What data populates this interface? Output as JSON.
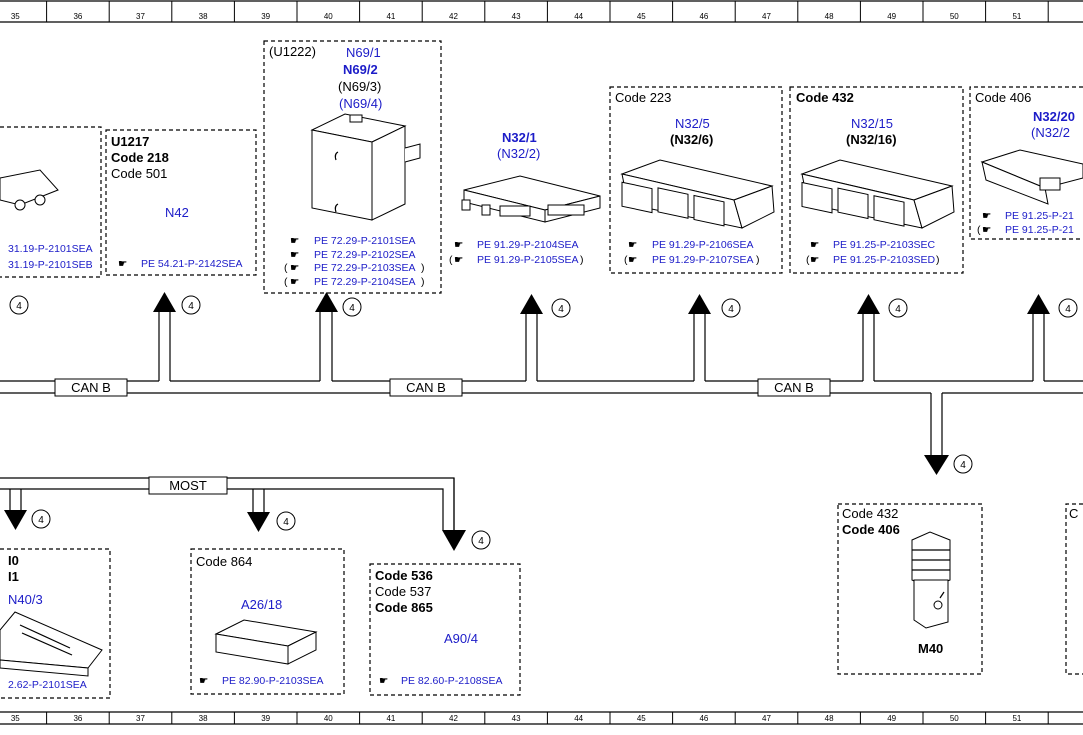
{
  "ruler": {
    "top": [
      "35",
      "36",
      "37",
      "38",
      "39",
      "40",
      "41",
      "42",
      "43",
      "44",
      "45",
      "46",
      "47",
      "48",
      "49",
      "50",
      "51"
    ],
    "bottom": [
      "35",
      "36",
      "37",
      "38",
      "39",
      "40",
      "41",
      "42",
      "43",
      "44",
      "45",
      "46",
      "47",
      "48",
      "49",
      "50",
      "51"
    ]
  },
  "bus": {
    "can_label": "CAN B",
    "most_label": "MOST"
  },
  "connector_marker": "4",
  "modules": {
    "left_cut": {
      "refs": [
        "31.19-P-2101SEA",
        "31.19-P-2101SEB"
      ]
    },
    "n42": {
      "codes": [
        "U1217",
        "Code 218",
        "Code 501"
      ],
      "name": "N42",
      "refs": [
        "PE 54.21-P-2142SEA"
      ]
    },
    "n69": {
      "code": "(U1222)",
      "names": [
        "N69/1",
        "N69/2",
        "(N69/3)",
        "(N69/4)"
      ],
      "refs": [
        "PE 72.29-P-2101SEA",
        "PE 72.29-P-2102SEA",
        "PE 72.29-P-2103SEA",
        "PE 72.29-P-2104SEA"
      ]
    },
    "n32_1": {
      "names": [
        "N32/1",
        "(N32/2)"
      ],
      "refs": [
        "PE 91.29-P-2104SEA",
        "PE 91.29-P-2105SEA"
      ]
    },
    "n32_5": {
      "code": "Code 223",
      "names": [
        "N32/5",
        "(N32/6)"
      ],
      "refs": [
        "PE 91.29-P-2106SEA",
        "PE 91.29-P-2107SEA"
      ]
    },
    "n32_15": {
      "code": "Code 432",
      "names": [
        "N32/15",
        "(N32/16)"
      ],
      "refs": [
        "PE 91.25-P-2103SEC",
        "PE 91.25-P-2103SED"
      ]
    },
    "n32_20": {
      "code": "Code 406",
      "names": [
        "N32/20",
        "(N32/2"
      ],
      "refs": [
        "PE 91.25-P-21",
        "PE 91.25-P-21"
      ]
    },
    "n40": {
      "codes": [
        "I0",
        "I1"
      ],
      "name": "N40/3",
      "refs": [
        "2.62-P-2101SEA"
      ]
    },
    "a26": {
      "code": "Code 864",
      "name": "A26/18",
      "refs": [
        "PE 82.90-P-2103SEA"
      ]
    },
    "a90": {
      "codes": [
        "Code 536",
        "Code 537",
        "Code 865"
      ],
      "name": "A90/4",
      "refs": [
        "PE 82.60-P-2108SEA"
      ]
    },
    "m40": {
      "codes": [
        "Code 432",
        "Code 406"
      ],
      "name": "M40"
    },
    "right_cut": {
      "code": "C"
    }
  }
}
